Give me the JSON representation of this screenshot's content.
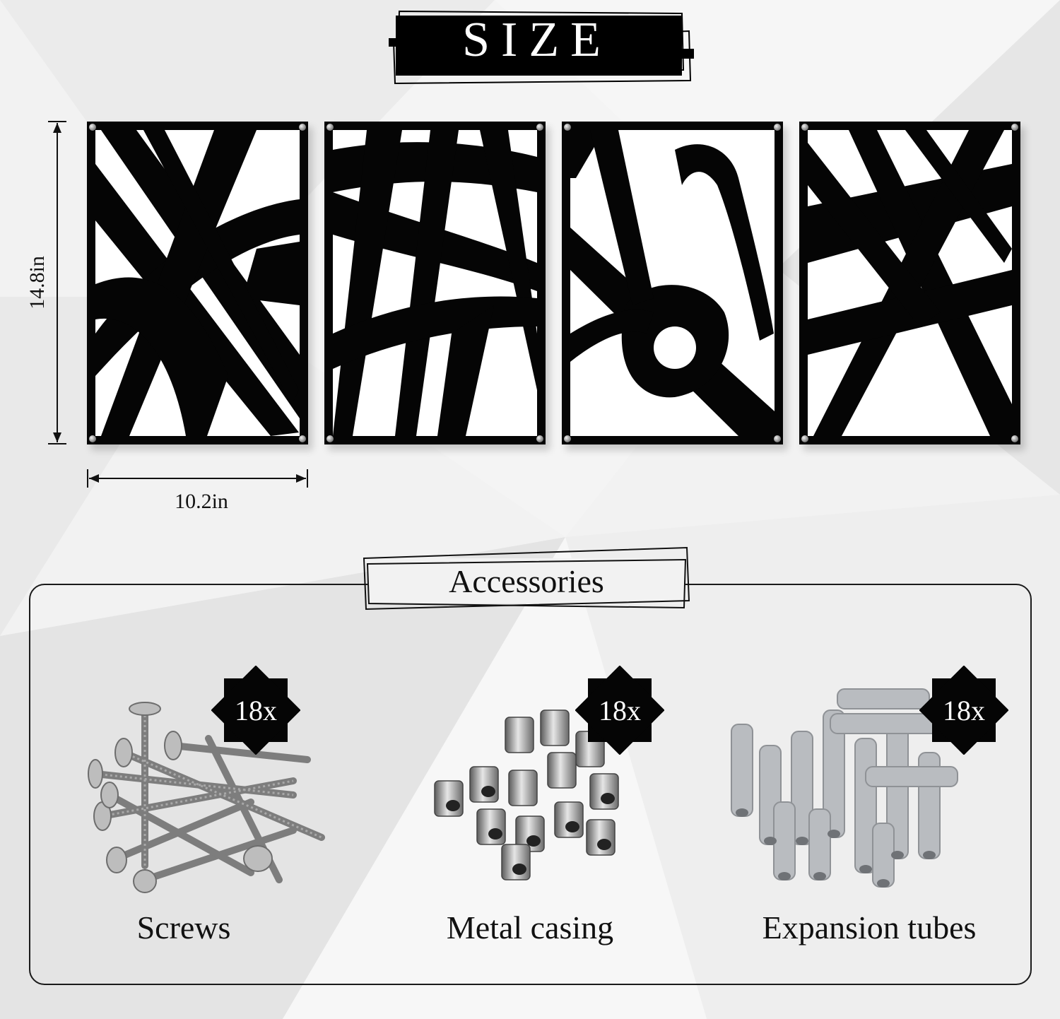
{
  "header": {
    "title": "SIZE"
  },
  "dimensions": {
    "height": "14.8in",
    "width": "10.2in"
  },
  "panels": [
    {
      "name": "panel-1"
    },
    {
      "name": "panel-2"
    },
    {
      "name": "panel-3"
    },
    {
      "name": "panel-4"
    }
  ],
  "accessories": {
    "title": "Accessories",
    "items": [
      {
        "label": "Screws",
        "quantity": "18x",
        "icon": "screws"
      },
      {
        "label": "Metal casing",
        "quantity": "18x",
        "icon": "metal-casing"
      },
      {
        "label": "Expansion tubes",
        "quantity": "18x",
        "icon": "expansion-tubes"
      }
    ]
  },
  "colors": {
    "background": "#f2f2f2",
    "ink": "#050505",
    "tube_gray": "#b9bcc0",
    "steel": "#9a9a9a"
  }
}
